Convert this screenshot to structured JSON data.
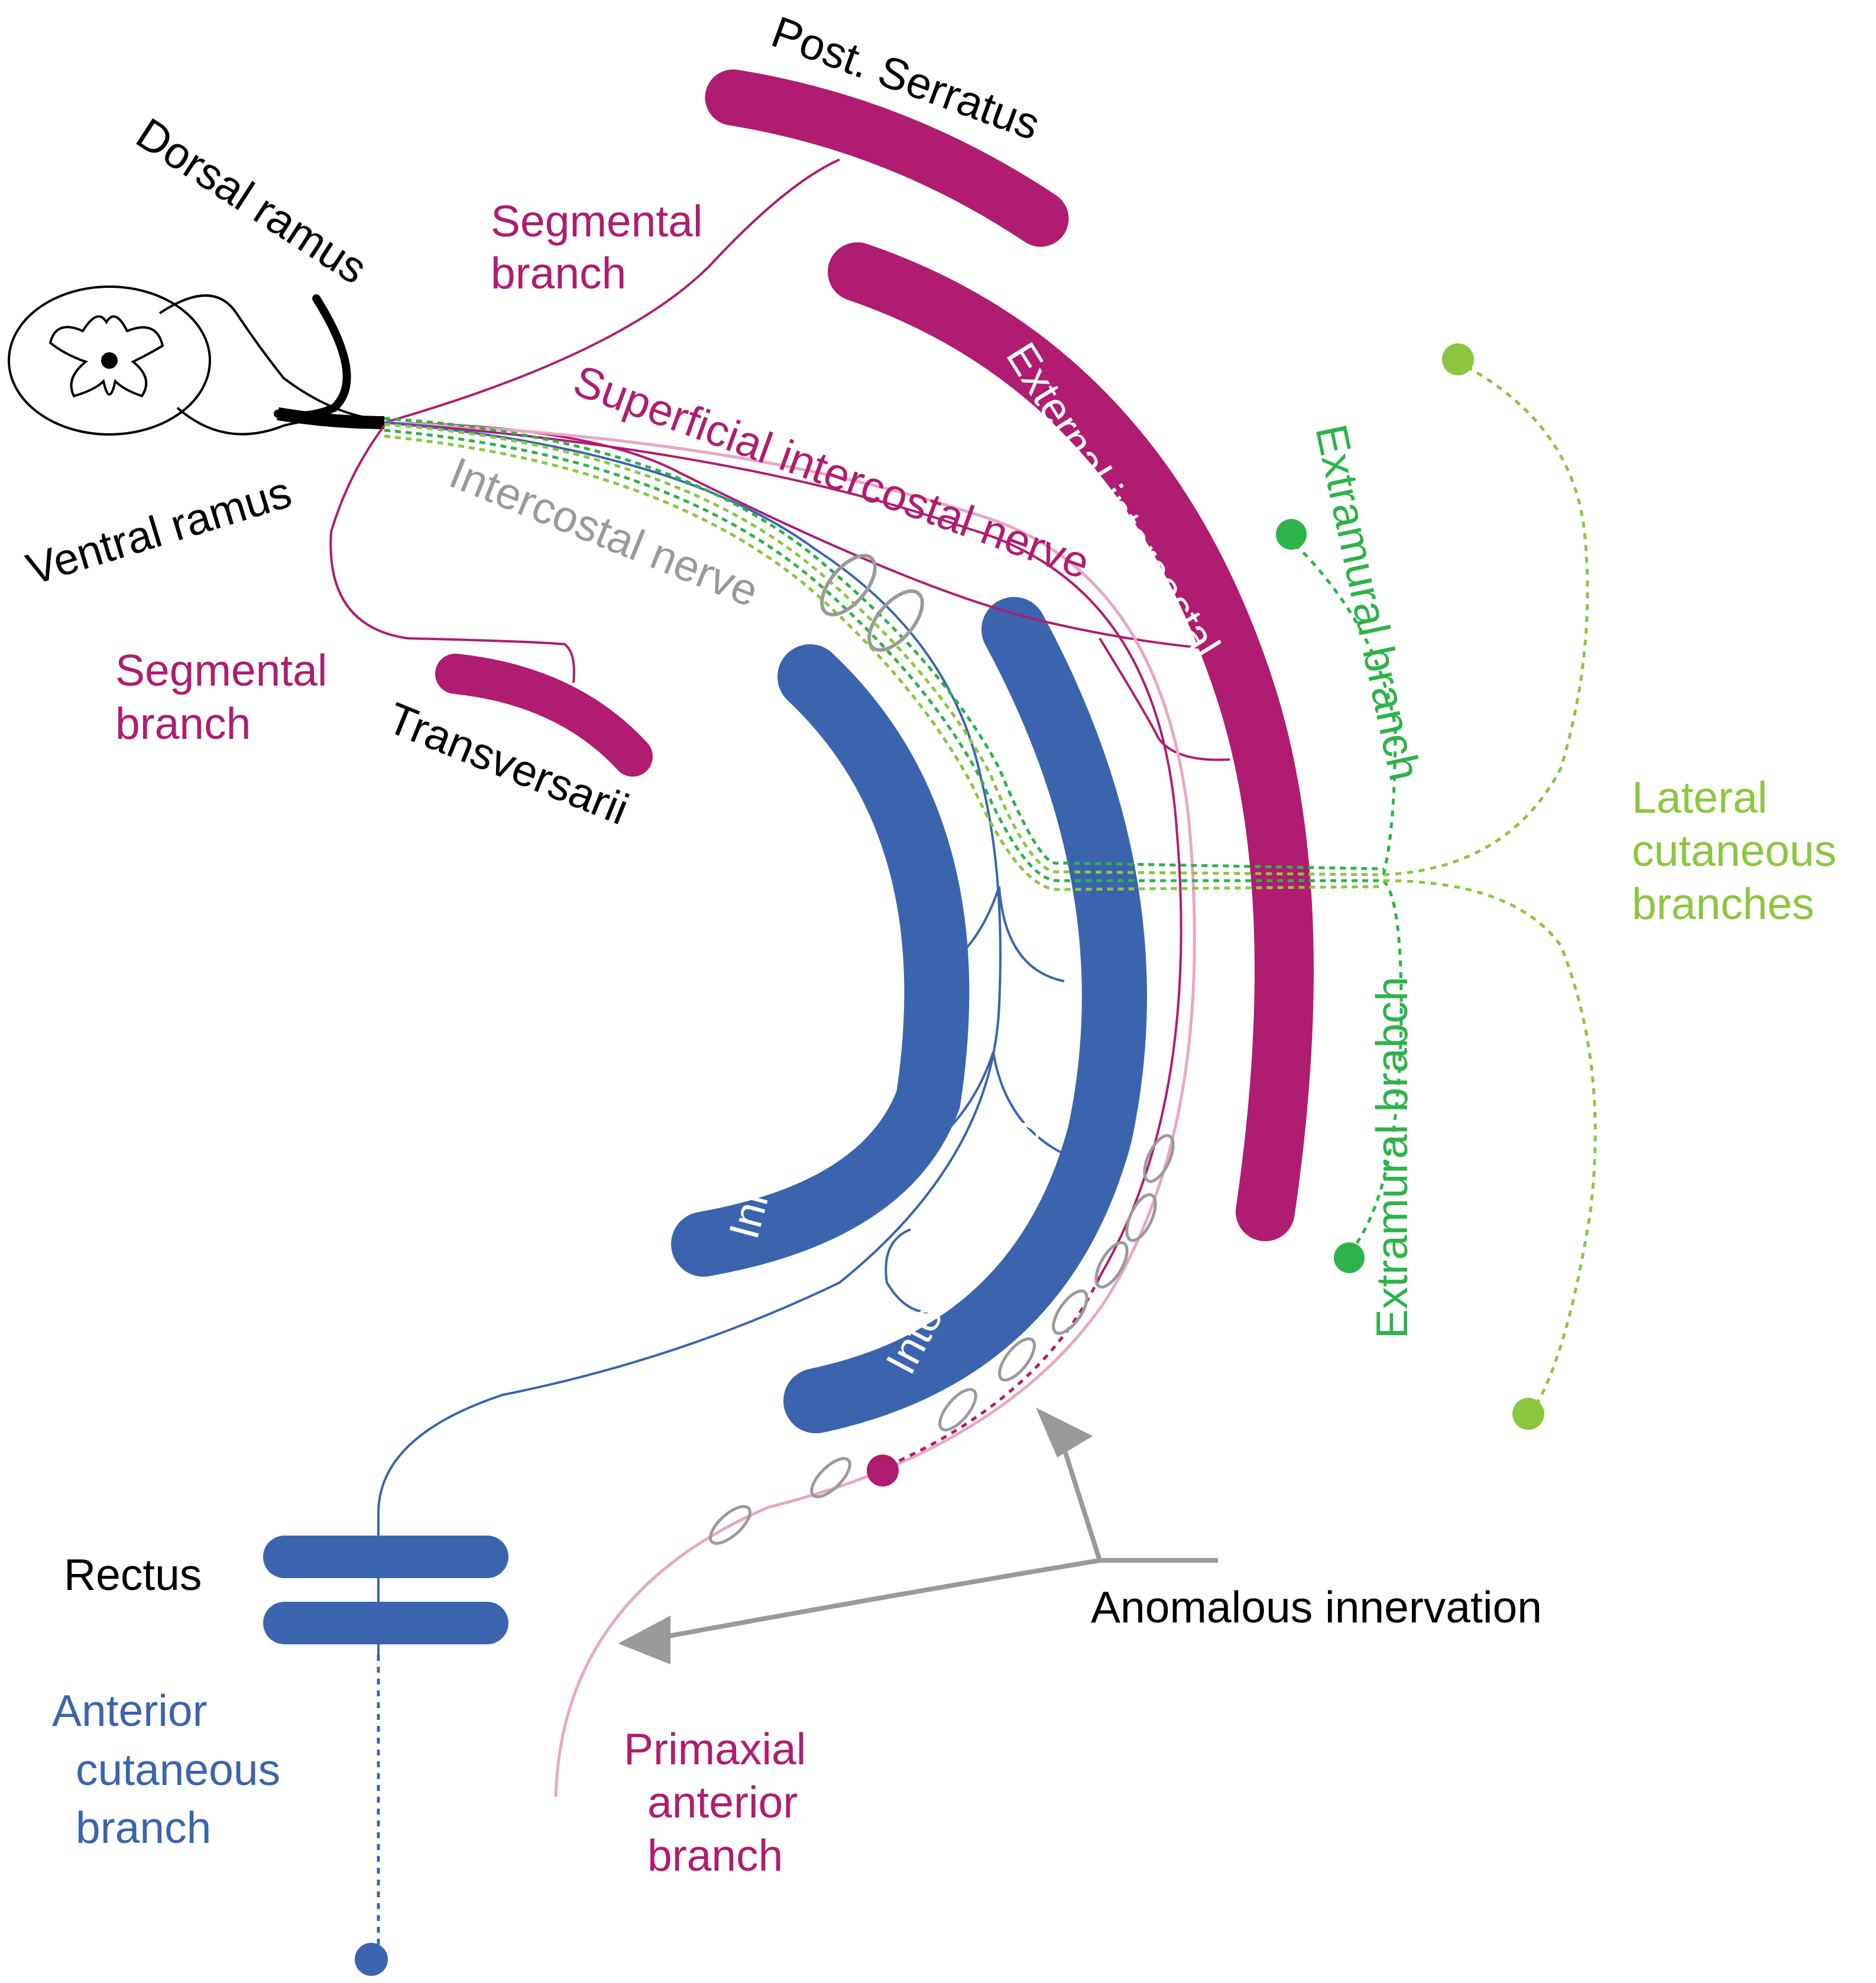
{
  "colors": {
    "magenta": "#b01c6f",
    "blue": "#3b64ae",
    "green": "#2db34a",
    "lightgreen": "#8cc63f",
    "pink": "#e8a7c7",
    "gray": "#9a9a9a",
    "black": "#000000"
  },
  "labels": {
    "dorsal_ramus": "Dorsal ramus",
    "ventral_ramus": "Ventral ramus",
    "post_serratus": "Post. Serratus",
    "segmental_branch_upper": [
      "Segmental",
      "branch"
    ],
    "segmental_branch_lower": [
      "Segmental",
      "branch"
    ],
    "transversarii": "Transversarii",
    "superficial_intercostal_nerve": "Superficial intercostal nerve",
    "intercostal_nerve": "Intercostal nerve",
    "external_intercostal": "External intercostal",
    "internal_intercostal": "Internal intercostal",
    "innermost_intercostal": "Innermost intercostal",
    "extramural_branch_upper": "Extramural branch",
    "extramural_branch_lower": "Extramural brabch",
    "lateral_cutaneous_branches": [
      "Lateral",
      "cutaneous",
      "branches"
    ],
    "rectus": "Rectus",
    "anterior_cutaneous_branch": [
      "Anterior",
      "cutaneous",
      "branch"
    ],
    "primaxial_anterior_branch": [
      "Primaxial",
      "anterior",
      "branch"
    ],
    "anomalous_innervation": "Anomalous innervation"
  }
}
